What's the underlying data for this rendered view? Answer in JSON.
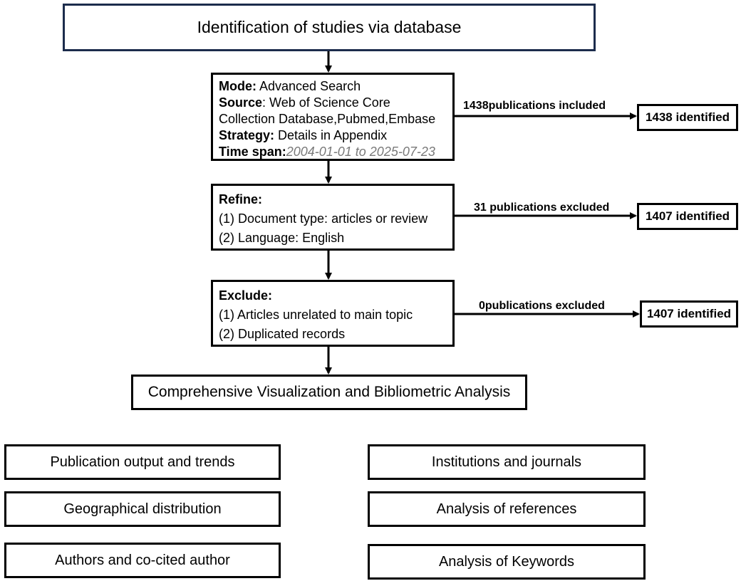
{
  "title": "Identification of studies via database",
  "search": {
    "mode_label": "Mode:",
    "mode_value": " Advanced Search",
    "source_label": "Source",
    "source_value": ": Web of Science Core",
    "source_value_2": "Collection Database,Pubmed,Embase",
    "strategy_label": "Strategy:",
    "strategy_value": " Details in Appendix",
    "timespan_label": "Time span:",
    "timespan_value": "2004-01-01 to 2025-07-23"
  },
  "refine": {
    "heading": "Refine:",
    "items": [
      "(1) Document type: articles or review",
      "(2) Language: English"
    ]
  },
  "exclude": {
    "heading": "Exclude:",
    "items": [
      "(1) Articles unrelated to main topic",
      "(2) Duplicated records"
    ]
  },
  "side_labels": [
    "1438publications included",
    "31 publications excluded",
    "0publications excluded"
  ],
  "identified": [
    "1438 identified",
    "1407 identified",
    "1407 identified"
  ],
  "analysis_title": "Comprehensive Visualization and Bibliometric Analysis",
  "categories": [
    "Publication output and trends",
    "Institutions and journals",
    "Geographical distribution",
    "Analysis of references",
    "Authors and co-cited author",
    "Analysis of Keywords"
  ]
}
